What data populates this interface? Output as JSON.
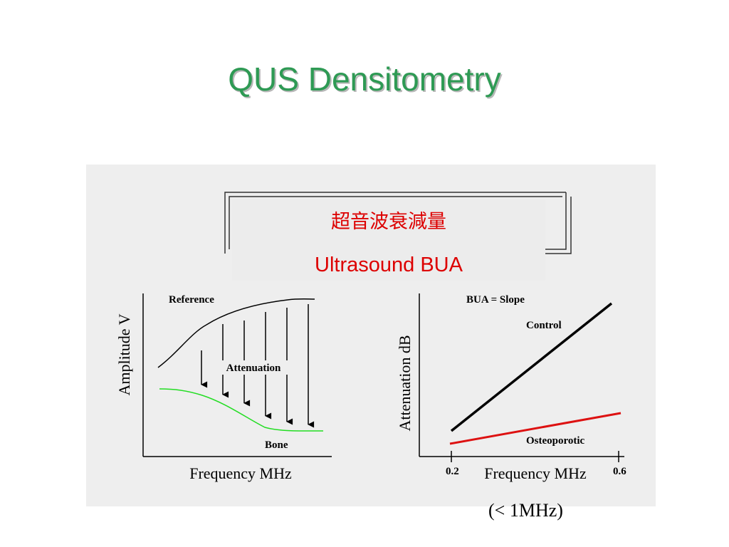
{
  "title": "QUS Densitometry",
  "banner": {
    "chinese": "超音波衰減量",
    "english": "Ultrasound BUA"
  },
  "left_plot": {
    "ylabel": "Amplitude V",
    "xlabel": "Frequency MHz",
    "reference_label": "Reference",
    "attenuation_label": "Attenuation",
    "bone_label": "Bone",
    "colors": {
      "reference": "#000000",
      "bone": "#22dd22"
    }
  },
  "right_plot": {
    "ylabel": "Attenuation dB",
    "xlabel": "Frequency MHz",
    "annotation": "BUA = Slope",
    "tick_left": "0.2",
    "tick_right": "0.6",
    "control_label": "Control",
    "osteoporotic_label": "Osteoporotic",
    "colors": {
      "control": "#000000",
      "osteoporotic": "#dd1111"
    }
  },
  "note": "(< 1MHz)"
}
